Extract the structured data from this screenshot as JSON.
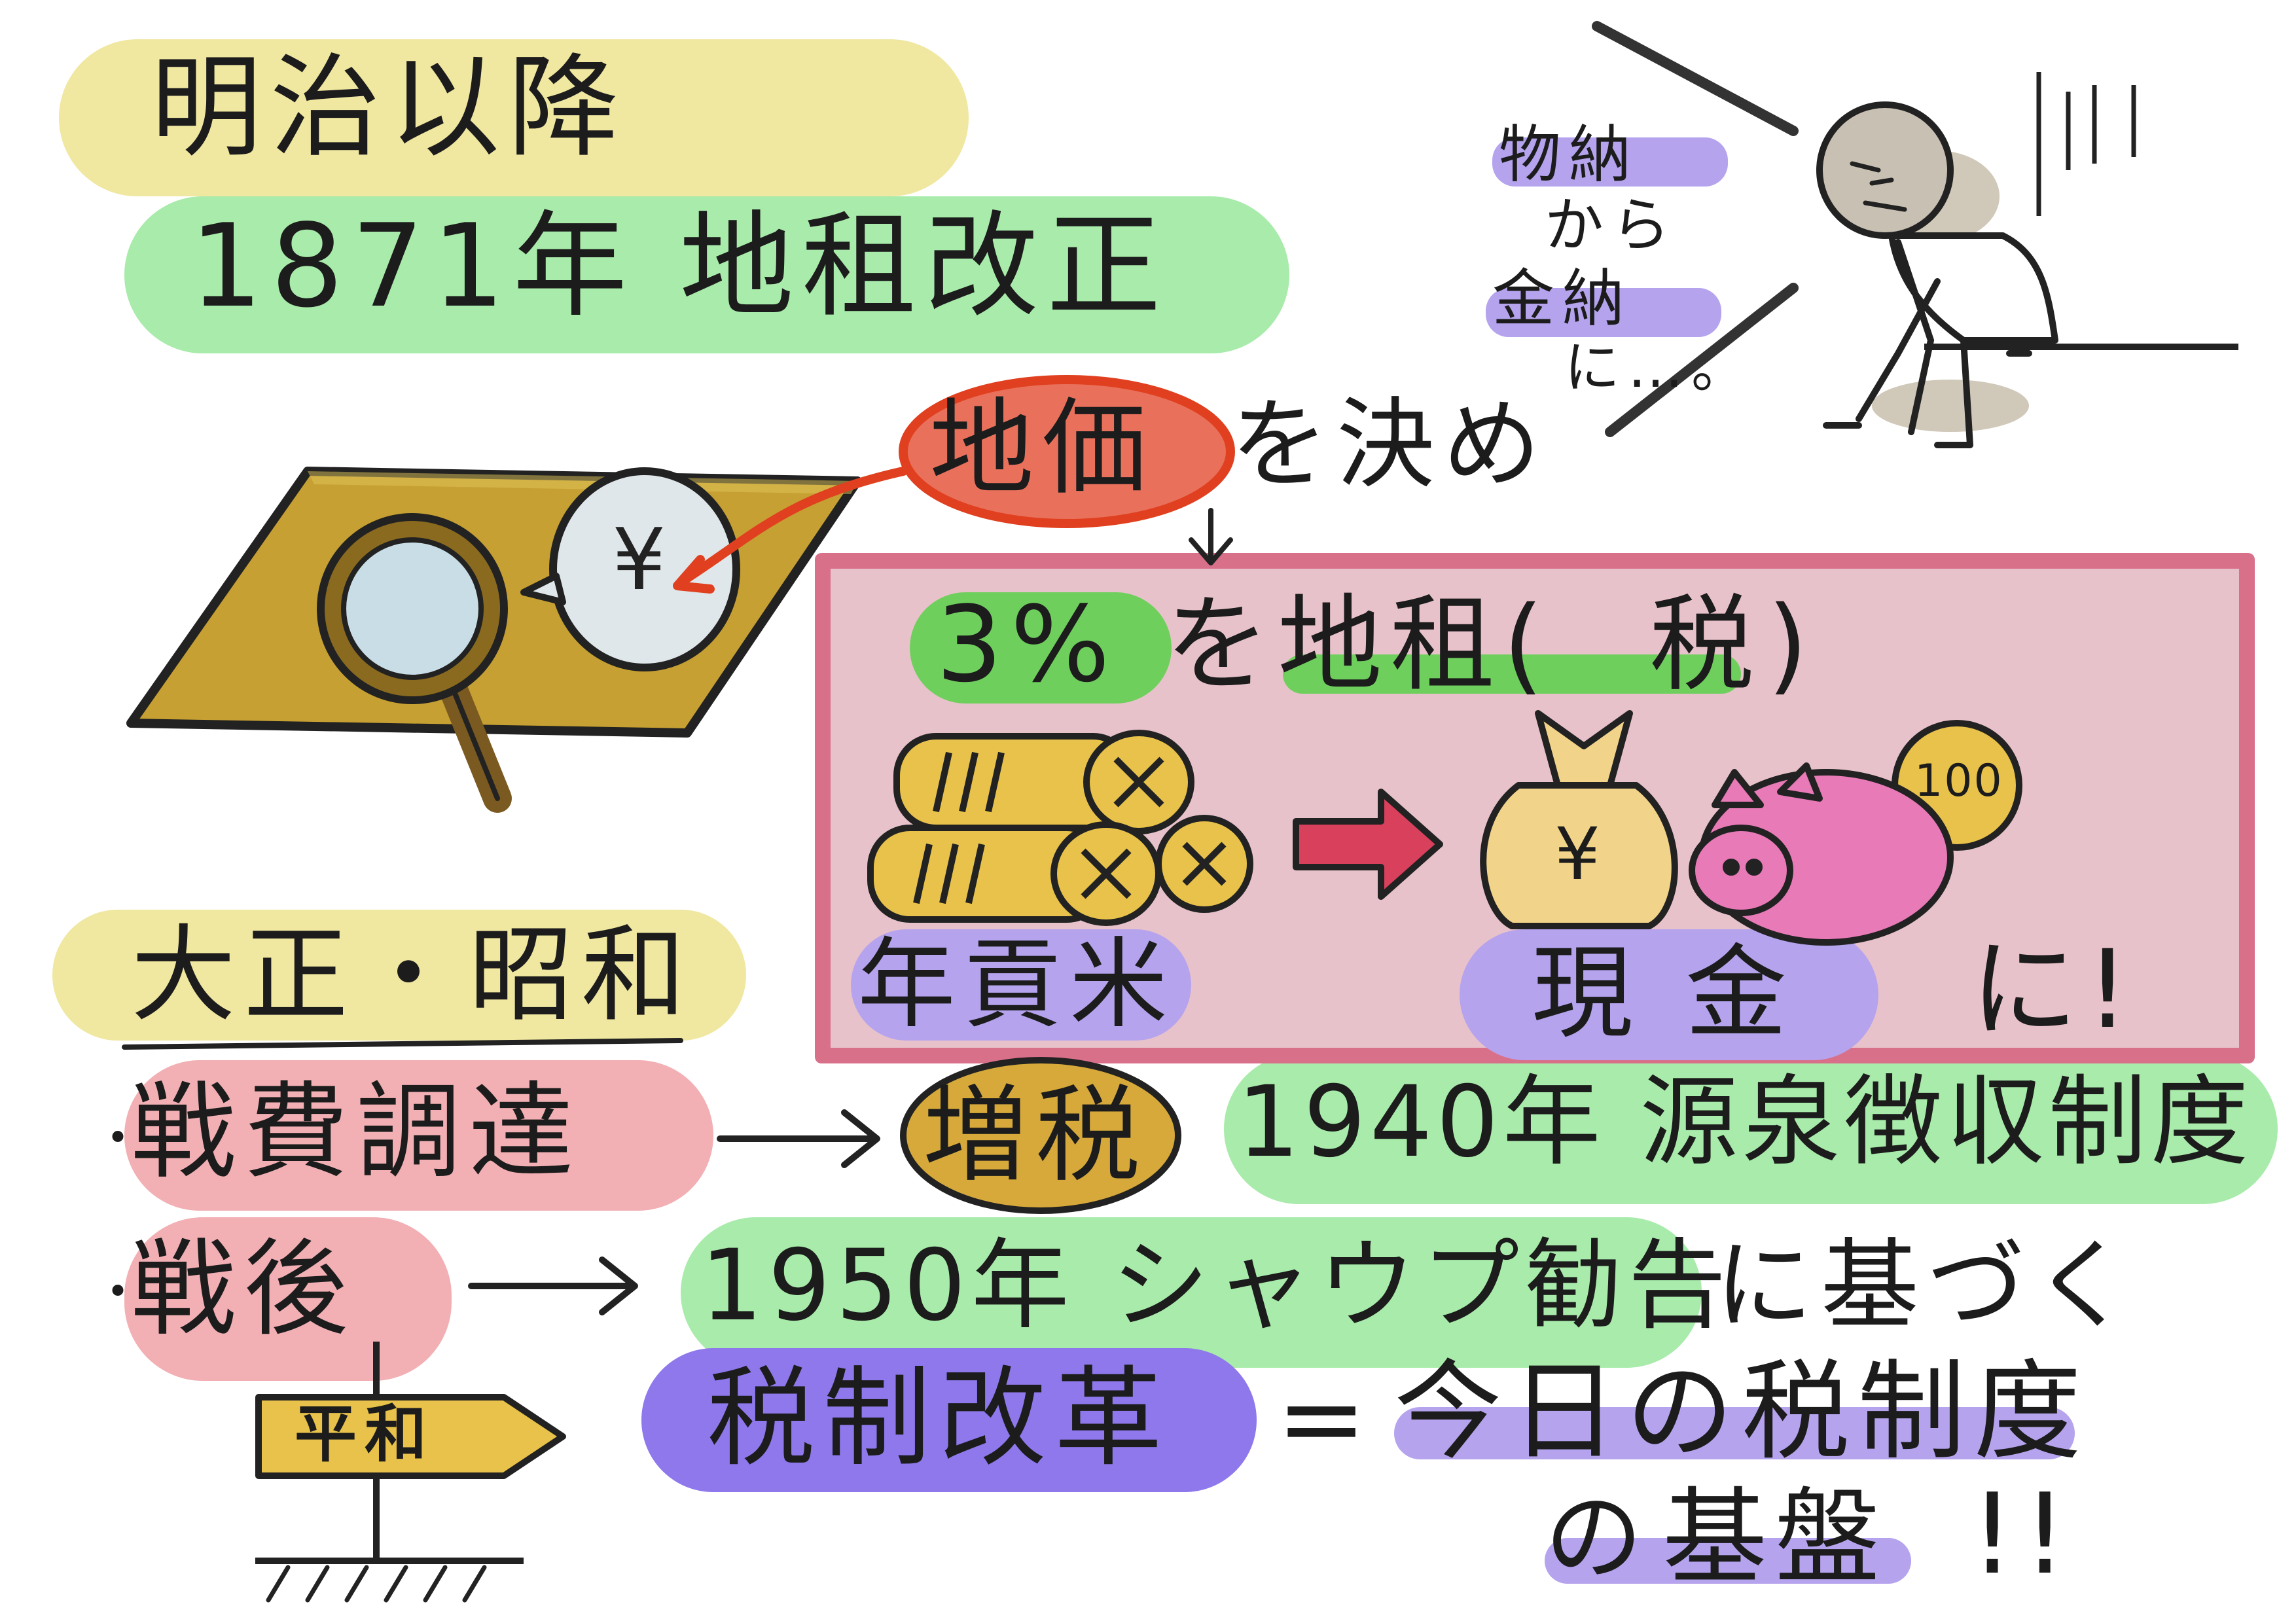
{
  "header": {
    "meiji": "明治以降",
    "chiso_kaisei": "1871年 地租改正"
  },
  "monou": {
    "line1": "物納",
    "line2": "から",
    "line3": "金納",
    "line4": "に…。"
  },
  "land": {
    "chika": "地価",
    "wo_kime": "を決め",
    "yen_sign": "¥"
  },
  "box": {
    "percent": "3%",
    "rest": "を地租(",
    "zei": "税",
    "close": ")",
    "nengu": "年貢米",
    "genkin": "現金",
    "ni": "に!",
    "coin_100": "100",
    "bag_yen": "¥"
  },
  "taisho": {
    "title": "大正・昭和",
    "senpi": "戦費調達",
    "zouzei": "増税",
    "gensen": "1940年 源泉徴収制度"
  },
  "sengo": {
    "label": "戦後",
    "shoup": "1950年 シャウプ勧告",
    "ni_motozuku": "に基づく",
    "zeisei": "税制改革",
    "equals": "=",
    "konnichi": "今日の税制度",
    "no": "の",
    "kiban": "基盤",
    "excl": "!!"
  },
  "sign": {
    "heiwa": "平和"
  },
  "colors": {
    "yellow": "#f0e7a0",
    "green": "#a8ebaa",
    "pink": "#f2b0b4",
    "purple": "#b5a3ee",
    "purple_strong": "#8e78ec",
    "red": "#e0401f",
    "box_border": "#d9708a",
    "box_fill": "#e8c2ca",
    "gold": "#d6a93a",
    "pig": "#e87ab8"
  }
}
